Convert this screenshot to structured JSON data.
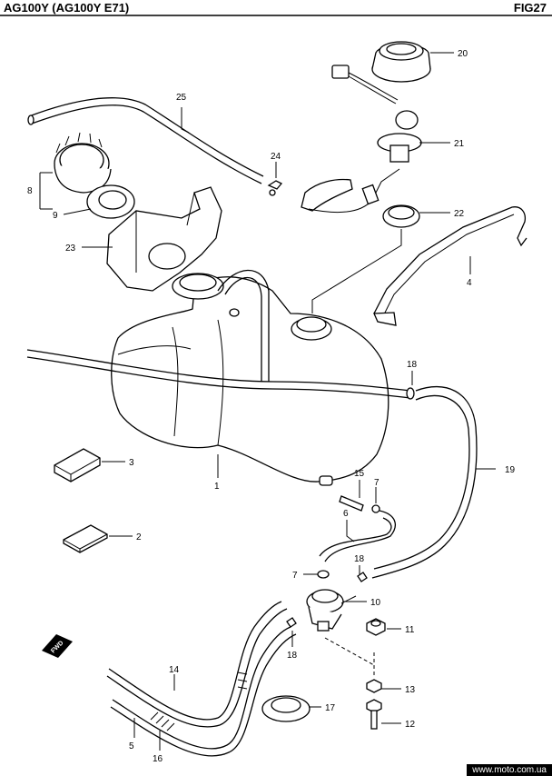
{
  "header": {
    "model": "AG100Y (AG100Y E71)",
    "figure": "FIG27"
  },
  "footer": {
    "watermark": "www.moto.com.ua"
  },
  "direction_badge": "FWD",
  "callouts": {
    "c1": "1",
    "c2": "2",
    "c3": "3",
    "c4": "4",
    "c5": "5",
    "c6": "6",
    "c7a": "7",
    "c7b": "7",
    "c8": "8",
    "c9": "9",
    "c10": "10",
    "c11": "11",
    "c12": "12",
    "c13": "13",
    "c14": "14",
    "c15": "15",
    "c16": "16",
    "c17": "17",
    "c18a": "18",
    "c18b": "18",
    "c18c": "18",
    "c19": "19",
    "c20": "20",
    "c21": "21",
    "c22": "22",
    "c23": "23",
    "c24": "24",
    "c25": "25"
  }
}
